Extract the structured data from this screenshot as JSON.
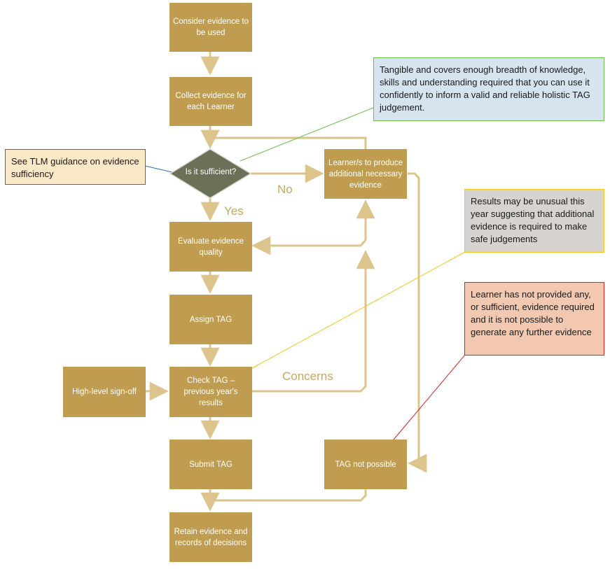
{
  "steps": {
    "consider": "Consider evidence to be used",
    "collect": "Collect evidence for each Learner",
    "decision": "Is it sufficient?",
    "produce": "Learner/s to produce additional necessary evidence",
    "evaluate": "Evaluate evidence quality",
    "assign": "Assign TAG",
    "check": "Check TAG – previous year's results",
    "signoff": "High-level sign-off",
    "submit": "Submit TAG",
    "not_possible": "TAG not possible",
    "retain": "Retain evidence and records of decisions"
  },
  "labels": {
    "no": "No",
    "yes": "Yes",
    "concerns": "Concerns"
  },
  "notes": {
    "sufficiency": "See TLM guidance on evidence sufficiency",
    "tangible": "Tangible and covers enough breadth of knowledge, skills and understanding required that you can use it confidently to inform a valid and reliable holistic TAG judgement.",
    "unusual": "Results may be unusual this year suggesting that additional evidence is required to make safe judgements",
    "no_evidence": "Learner has not provided any, or sufficient, evidence required and it is not possible to generate any further evidence"
  },
  "colors": {
    "box": "#bf9c50",
    "decision": "#6b7157",
    "connector": "#dcc48c",
    "note_blue_fill": "#fbe8c6",
    "note_green_fill": "#d7e3ee",
    "note_yellow_fill": "#d6d3d0",
    "note_red_fill": "#f2c8b0"
  }
}
